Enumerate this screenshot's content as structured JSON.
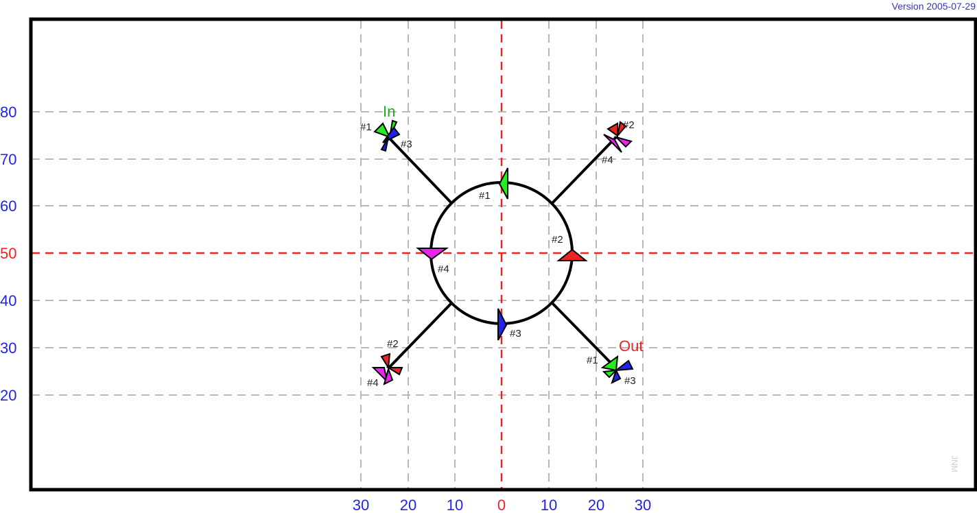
{
  "version_label": "Version 2005-07-29",
  "watermark": "JNM",
  "axes": {
    "x_ticks": [
      "30",
      "20",
      "10",
      "0",
      "10",
      "20",
      "30"
    ],
    "y_ticks": [
      "80",
      "70",
      "60",
      "50",
      "40",
      "30",
      "20"
    ]
  },
  "colors": {
    "tick": "#2222ee",
    "center_axis": "#ee2222",
    "grid": "#b8b8b8",
    "frame": "#000000",
    "marker_1": "#22ee22",
    "marker_2": "#ee2222",
    "marker_3": "#2222ee",
    "marker_4": "#ee22ee"
  },
  "ports": {
    "in_label": "In",
    "out_label": "Out"
  },
  "markers": {
    "m1": "#1",
    "m2": "#2",
    "m3": "#3",
    "m4": "#4"
  }
}
